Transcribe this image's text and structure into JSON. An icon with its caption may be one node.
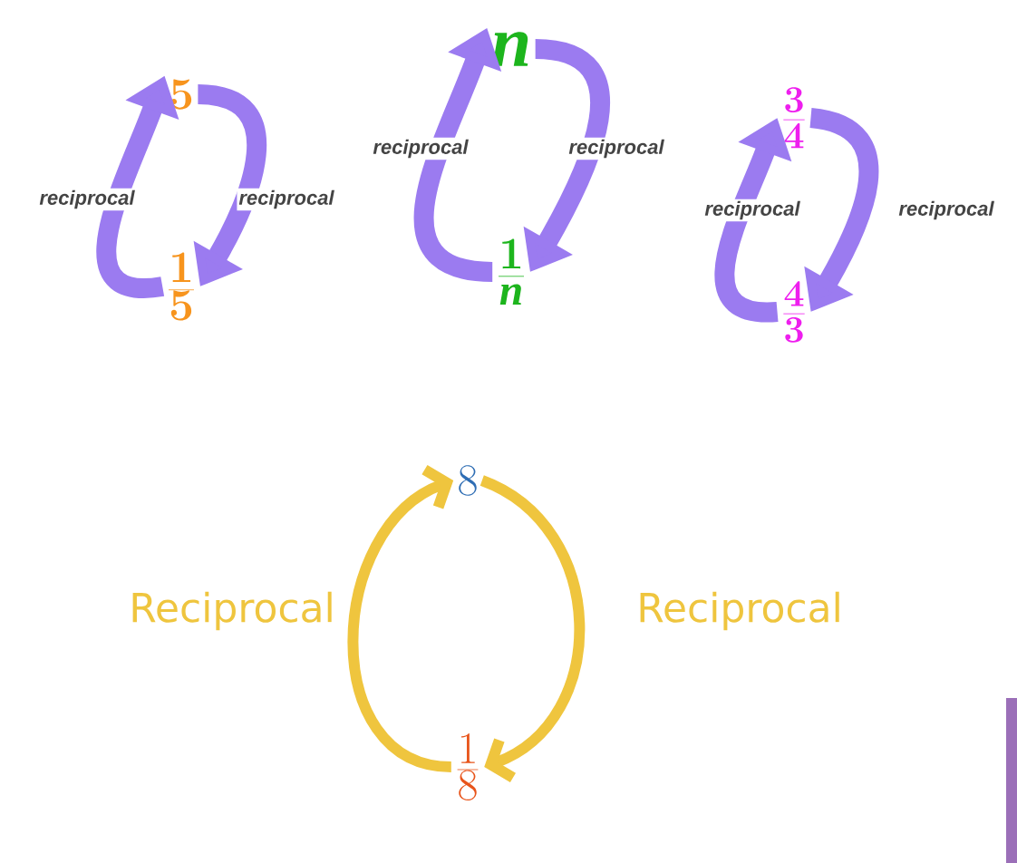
{
  "diagram": {
    "nodes": [
      {
        "text": [
          "5"
        ]
      },
      {
        "text": [
          "\\frac{1}{5}"
        ]
      },
      {
        "text": [
          "n"
        ]
      },
      {
        "text": [
          "\\frac{1}{n}"
        ]
      },
      {
        "text": [
          "\\frac{3}{4}"
        ]
      },
      {
        "text": [
          "\\frac{4}{3}"
        ]
      },
      {
        "text": [
          "8"
        ]
      },
      {
        "text": [
          "\\frac{1}{8}"
        ]
      }
    ],
    "edges": [
      {
        "from": 1,
        "to": 0,
        "arrow": "to",
        "label": "reciprocal"
      },
      {
        "from": 0,
        "to": 1,
        "arrow": "to",
        "label": "reciprocal"
      },
      {
        "from": 3,
        "to": 2,
        "arrow": "to",
        "label": "reciprocal"
      },
      {
        "from": 2,
        "to": 3,
        "arrow": "to",
        "label": "reciprocal"
      },
      {
        "from": 5,
        "to": 4,
        "arrow": "to",
        "label": "reciprocal"
      },
      {
        "from": 4,
        "to": 5,
        "arrow": "to",
        "label": "reciprocal"
      },
      {
        "from": 7,
        "to": 6,
        "arrow": "to",
        "label": "Reciprocal",
        "color": "#efc53e"
      },
      {
        "from": 6,
        "to": 7,
        "arrow": "to",
        "label": "Reciprocal",
        "color": "#efc53e"
      }
    ]
  }
}
